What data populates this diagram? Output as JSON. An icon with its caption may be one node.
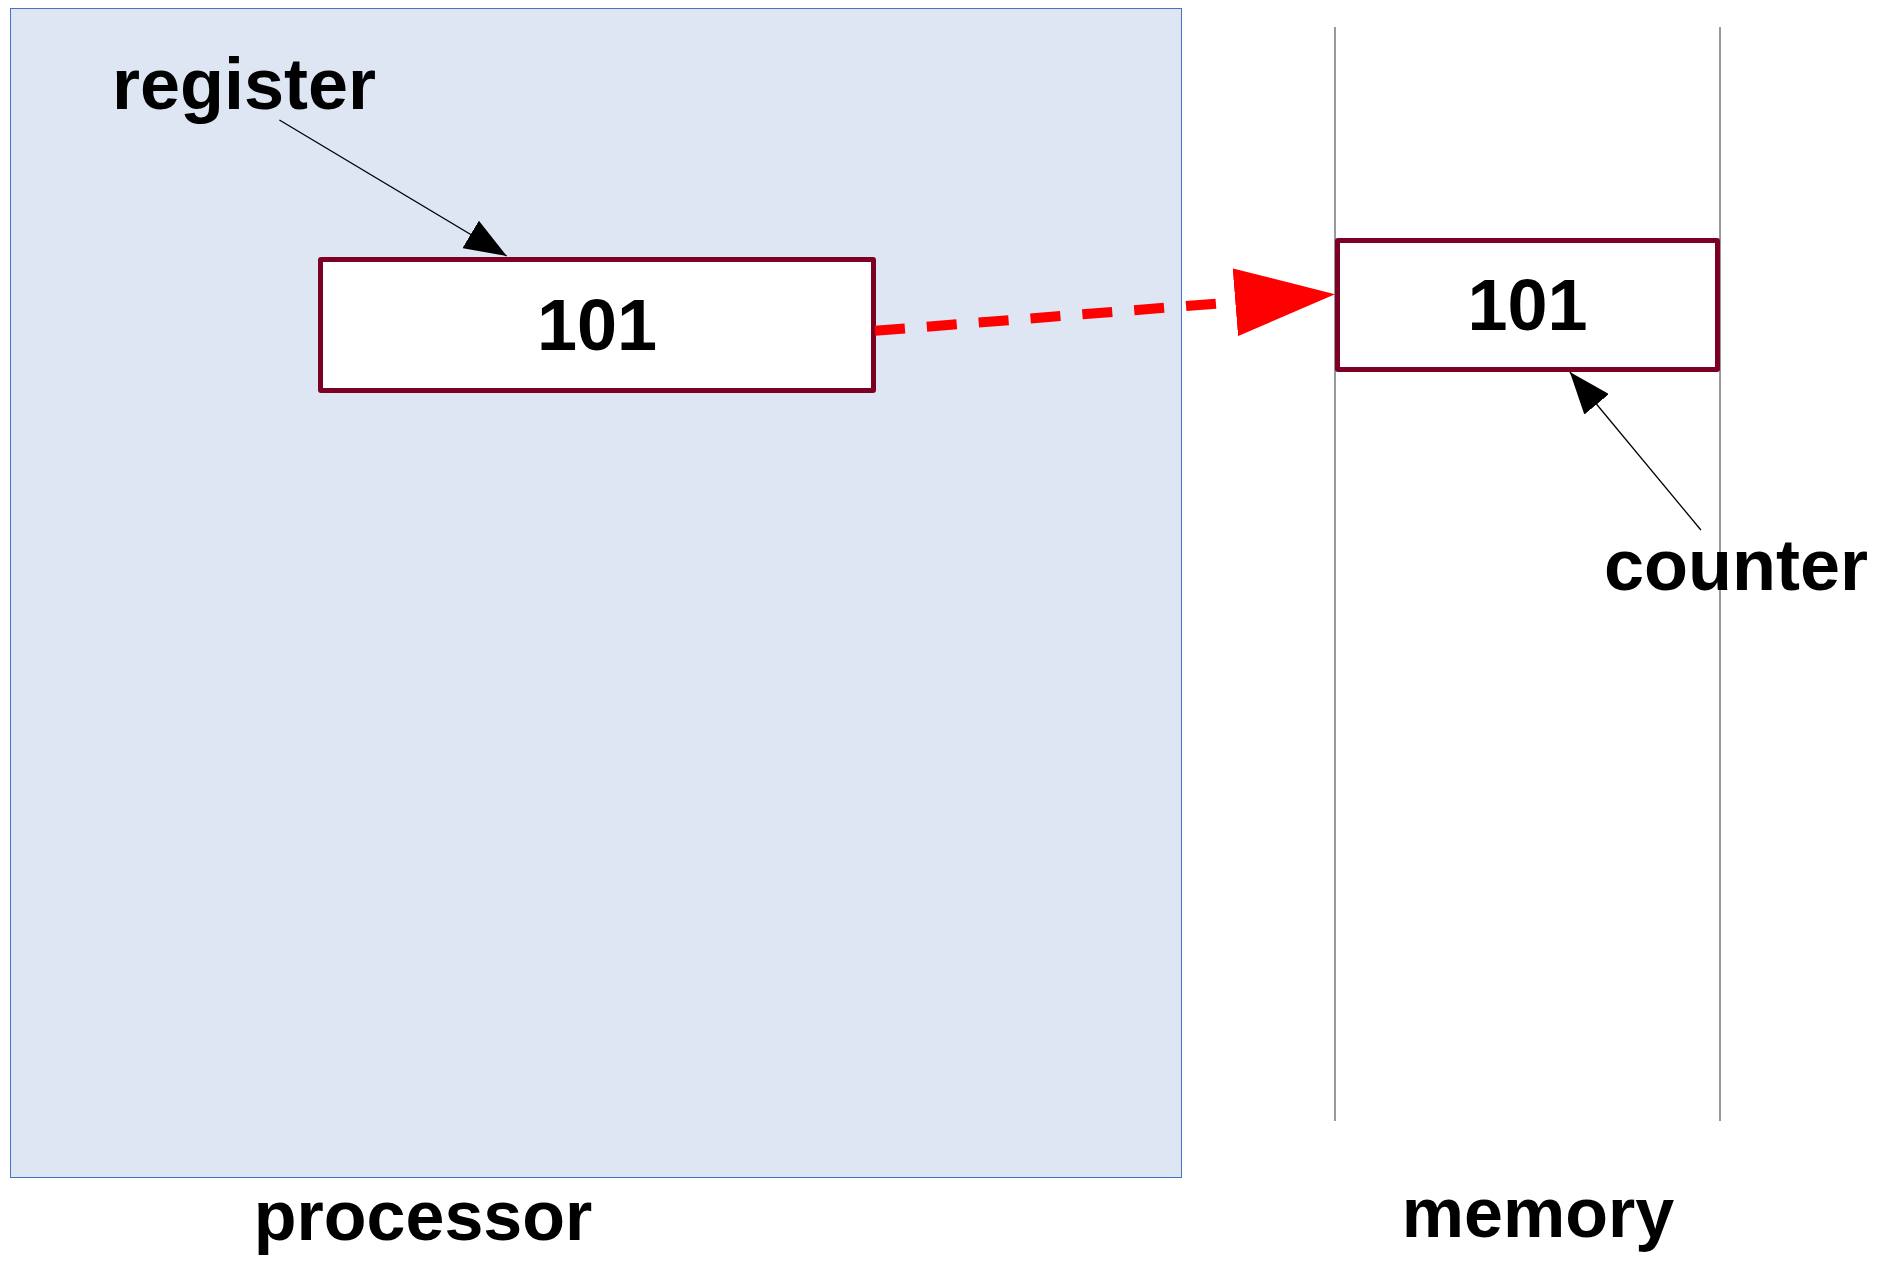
{
  "diagram": {
    "nodes": [
      {
        "text": [
          "processor"
        ]
      },
      {
        "text": [
          "register"
        ],
        "in": 0
      },
      {
        "text": [
          "101"
        ],
        "in": 0
      },
      {
        "text": [
          "memory"
        ]
      },
      {
        "text": [
          "101"
        ],
        "in": 3
      },
      {
        "text": [
          "counter"
        ]
      }
    ],
    "edges": [
      {
        "from": 1,
        "to": 2,
        "arrow": "to"
      },
      {
        "from": 2,
        "to": 4,
        "arrow": "to",
        "style": "dashed",
        "color": "#ff0000"
      },
      {
        "from": 5,
        "to": 4,
        "arrow": "to"
      }
    ]
  }
}
